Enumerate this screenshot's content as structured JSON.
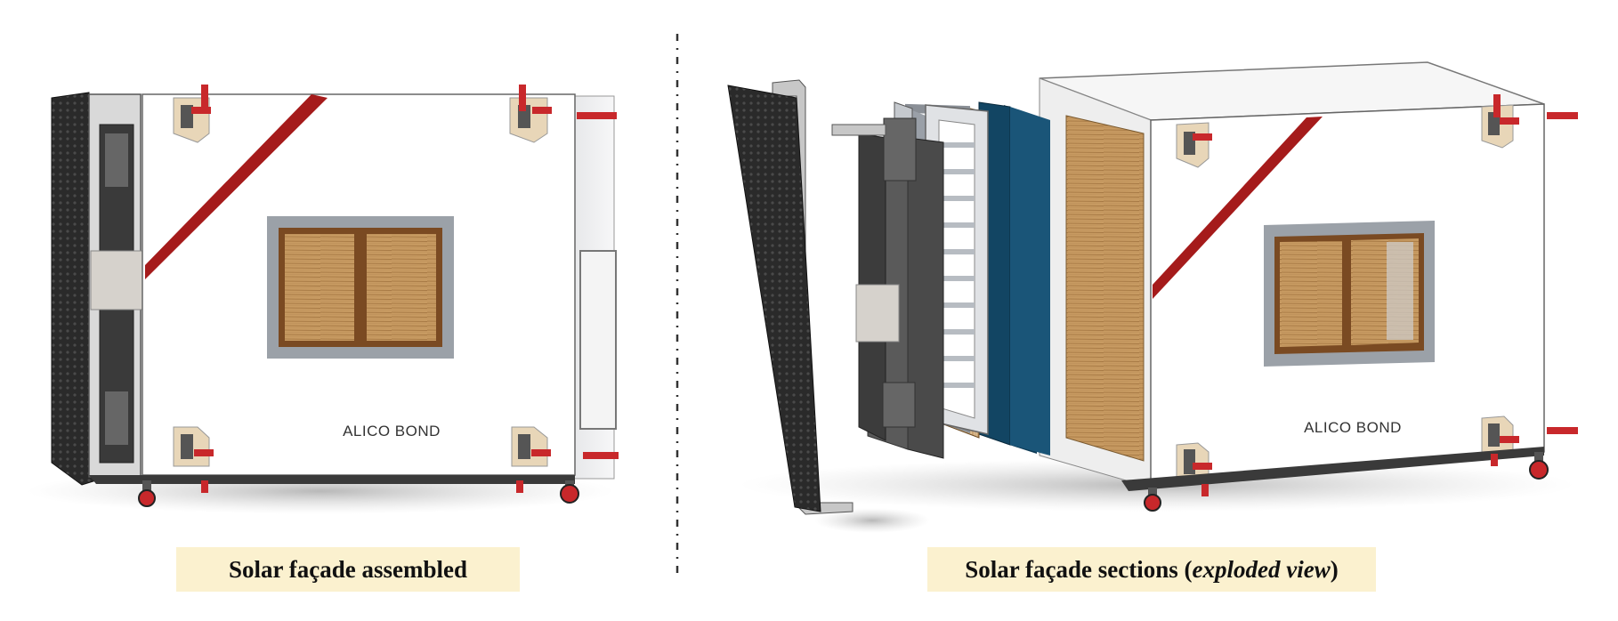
{
  "captions": {
    "assembled": "Solar façade assembled",
    "exploded_prefix": "Solar façade sections (",
    "exploded_italic": "exploded view",
    "exploded_suffix": ")"
  },
  "labels": {
    "brand_left": "ALICO BOND",
    "brand_right": "ALICO BOND"
  },
  "colors": {
    "caption_bg": "#fbf1cf",
    "cabinet": "#ffffff",
    "stripe": "#a51b1b",
    "clamp": "#c8282b",
    "panel_dark": "#2b2b2b",
    "wood": "#b98a55",
    "blue_panel": "#124563",
    "frame": "#a9aeb5"
  },
  "icons": [
    "toggle-clamp-icon",
    "caster-wheel-icon"
  ]
}
